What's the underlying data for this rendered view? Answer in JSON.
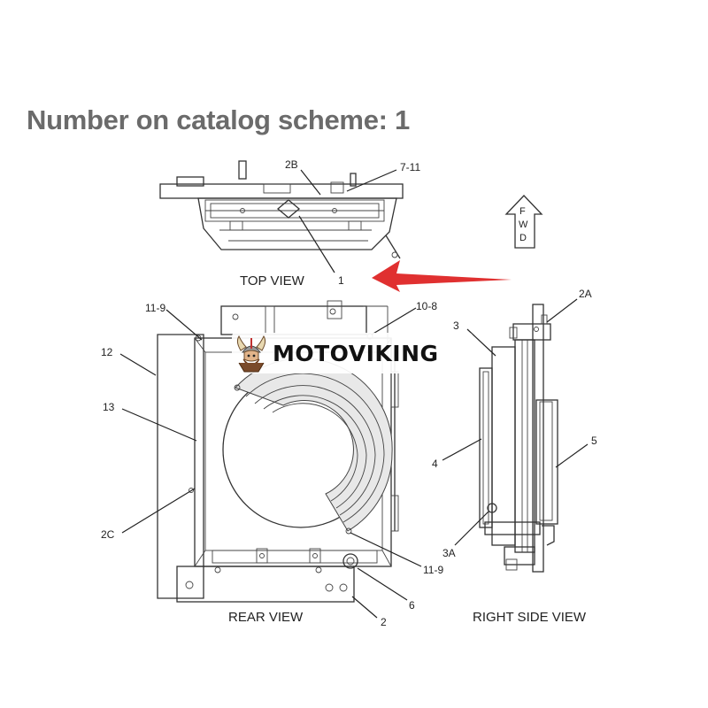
{
  "heading": "Number on catalog scheme: 1",
  "brand": {
    "name": "MOTOVIKING",
    "logo_icon": "viking-mascot-icon"
  },
  "views": {
    "top": "TOP VIEW",
    "rear": "REAR VIEW",
    "right_side": "RIGHT SIDE VIEW"
  },
  "fwd_arrow": {
    "letters": [
      "F",
      "W",
      "D"
    ]
  },
  "callouts": {
    "top": [
      "2B",
      "7-11",
      "1"
    ],
    "rear": [
      "11-9",
      "10-8",
      "12",
      "13",
      "2C",
      "11-9",
      "6",
      "2"
    ],
    "right_side": [
      "2A",
      "3",
      "4",
      "5",
      "3A"
    ]
  },
  "colors": {
    "pointer_arrow": "#e03030",
    "heading": "#6b6b6b"
  }
}
